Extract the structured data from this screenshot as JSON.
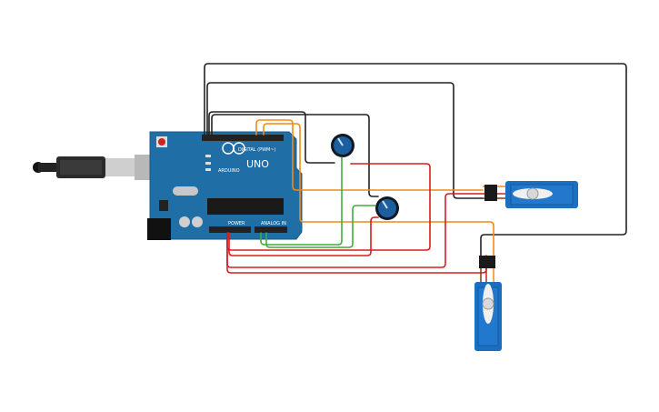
{
  "board": {
    "model_label": "UNO",
    "brand_label": "ARDUINO",
    "digital_header_label": "DIGITAL (PWM~)",
    "power_header_label": "POWER",
    "analog_header_label": "ANALOG IN"
  },
  "components": [
    "usb-cable",
    "arduino-uno",
    "potentiometer-1",
    "potentiometer-2",
    "servo-horizontal",
    "servo-vertical"
  ],
  "colors": {
    "board": "#1f6fa6",
    "black_wire": "#222222",
    "orange_wire": "#f08a1a",
    "red_wire": "#d42020",
    "green_wire": "#3fae3a",
    "brown_wire": "#7a3b12",
    "servo_body": "#1a6fc0",
    "pot_knob": "#1d5f9e"
  }
}
